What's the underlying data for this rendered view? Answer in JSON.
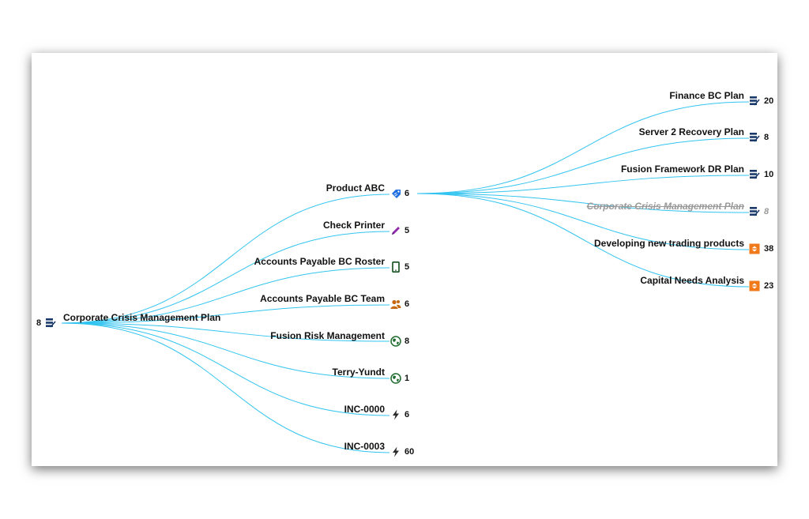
{
  "colors": {
    "link": "#33c4f0",
    "plan_icon": "#1a3a6b",
    "product_icon": "#1f6fe0",
    "edit_icon": "#8e2aa8",
    "device_icon": "#134d1c",
    "team_icon": "#c66a12",
    "globe_icon": "#1e6b2e",
    "incident_icon": "#2a2a2a",
    "process_icon": "#f07a1a"
  },
  "root": {
    "label": "Corporate Crisis Management Plan",
    "count": "8",
    "icon": "plan-icon"
  },
  "level1": [
    {
      "label": "Product ABC",
      "count": "6",
      "icon": "product-tag-icon"
    },
    {
      "label": "Check Printer",
      "count": "5",
      "icon": "pencil-icon"
    },
    {
      "label": "Accounts Payable BC Roster",
      "count": "5",
      "icon": "mobile-device-icon"
    },
    {
      "label": "Accounts Payable BC Team",
      "count": "6",
      "icon": "team-icon"
    },
    {
      "label": "Fusion Risk Management",
      "count": "8",
      "icon": "globe-icon"
    },
    {
      "label": "Terry-Yundt",
      "count": "1",
      "icon": "globe-icon"
    },
    {
      "label": "INC-0000",
      "count": "6",
      "icon": "lightning-icon"
    },
    {
      "label": "INC-0003",
      "count": "60",
      "icon": "lightning-icon"
    }
  ],
  "level2": [
    {
      "label": "Finance BC Plan",
      "count": "20",
      "icon": "plan-icon"
    },
    {
      "label": "Server 2 Recovery Plan",
      "count": "8",
      "icon": "plan-icon"
    },
    {
      "label": "Fusion Framework DR Plan",
      "count": "10",
      "icon": "plan-icon"
    },
    {
      "label": "Corporate Crisis Management Plan",
      "count": "8",
      "icon": "plan-icon"
    },
    {
      "label": "Developing new trading products",
      "count": "38",
      "icon": "process-icon"
    },
    {
      "label": "Capital Needs Analysis",
      "count": "23",
      "icon": "process-icon"
    }
  ]
}
